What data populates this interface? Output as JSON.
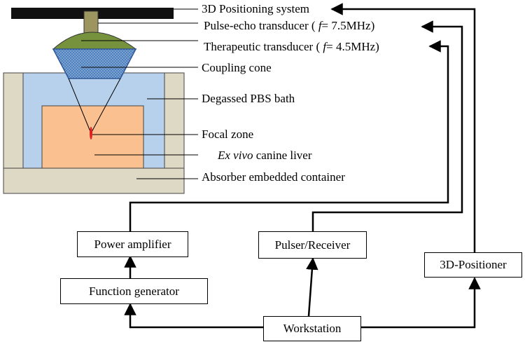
{
  "labels": {
    "positioning_system": "3D Positioning system",
    "pulse_echo": {
      "prefix": "Pulse-echo transducer ( ",
      "f": "f",
      "suffix": "= 7.5MHz)"
    },
    "therapeutic": {
      "prefix": "Therapeutic transducer ( ",
      "f": "f",
      "suffix": "= 4.5MHz)"
    },
    "coupling_cone": "Coupling cone",
    "pbs_bath": "Degassed PBS bath",
    "focal_zone": "Focal zone",
    "liver": {
      "italic": "Ex vivo",
      "rest": " canine liver"
    },
    "container": "Absorber embedded container"
  },
  "boxes": {
    "power_amplifier": "Power amplifier",
    "pulser_receiver": "Pulser/Receiver",
    "positioner": "3D-Positioner",
    "function_generator": "Function generator",
    "workstation": "Workstation"
  },
  "colors": {
    "bar": "#111111",
    "stem": "#9d9560",
    "transducer": "#76923c",
    "cone": "#4f81bd",
    "bath": "#b7d0ec",
    "container": "#ddd9c4",
    "liver": "#fac090",
    "focal": "#e02020"
  }
}
